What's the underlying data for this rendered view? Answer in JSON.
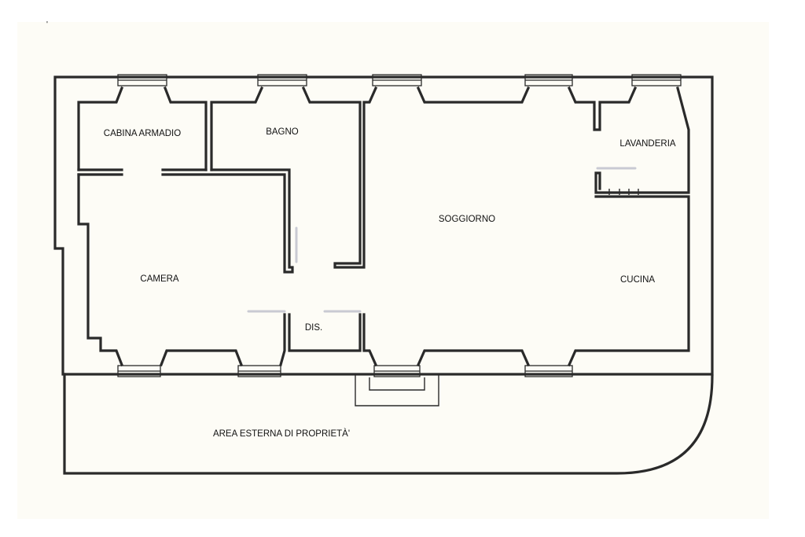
{
  "colors": {
    "background": "#fdfcf6",
    "wall": "#2a2a2a",
    "door_swing": "#c9cad3"
  },
  "corner_mark": "'",
  "rooms": {
    "cabina_armadio": "CABINA ARMADIO",
    "bagno": "BAGNO",
    "soggiorno": "SOGGIORNO",
    "lavanderia": "LAVANDERIA",
    "camera": "CAMERA",
    "cucina": "CUCINA",
    "disimpegno": "DIS.",
    "area_esterna": "AREA ESTERNA DI PROPRIETÀ'"
  }
}
